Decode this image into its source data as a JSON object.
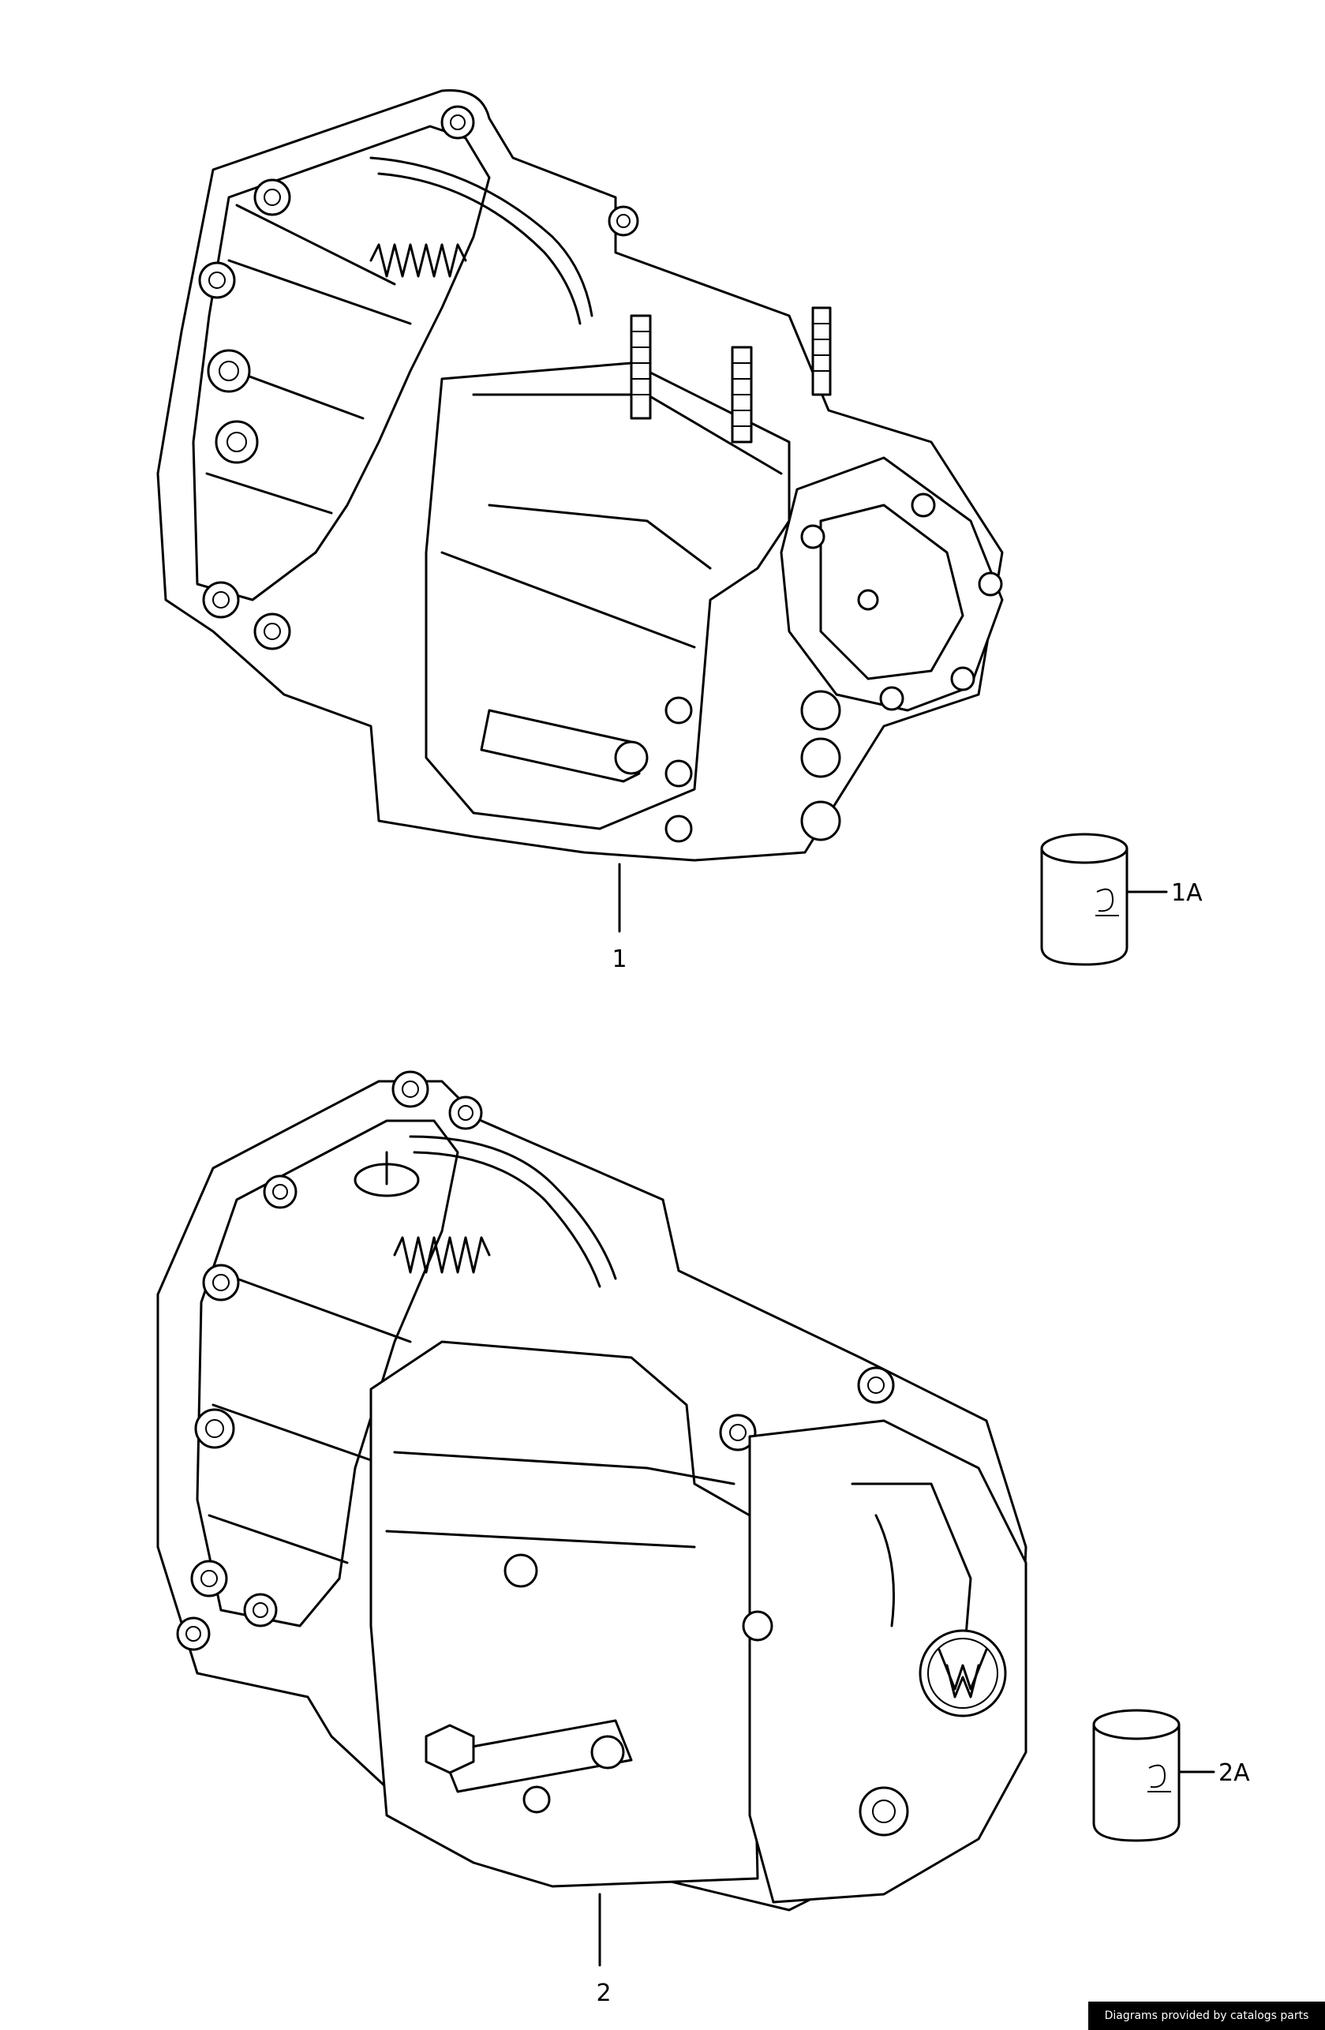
{
  "callouts": {
    "part1": "1",
    "part1a": "1A",
    "part2": "2",
    "part2a": "2A"
  },
  "watermark": "Diagrams provided by catalogs parts",
  "icons": {
    "assembly1": "gearbox-assembly-icon",
    "assembly2": "gearbox-assembly-icon",
    "can1": "oil-can-icon",
    "can2": "oil-can-icon",
    "logo": "vw-logo-icon"
  },
  "colors": {
    "line": "#000000",
    "background": "#ffffff"
  }
}
